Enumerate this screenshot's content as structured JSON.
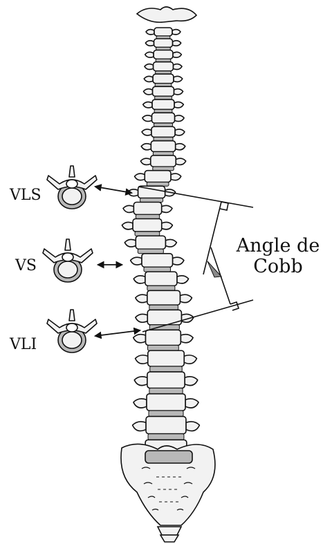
{
  "labels": {
    "vls": "VLS",
    "vs": "VS",
    "vli": "VLI",
    "angle_line1": "Angle de",
    "angle_line2": "Cobb"
  },
  "colors": {
    "stroke": "#111111",
    "bone_fill": "#f2f2f2",
    "bone_shade": "#b8b8b8",
    "angle_fill": "#8a8a8a"
  },
  "icons": [
    "double-arrow-icon",
    "right-angle-icon"
  ]
}
